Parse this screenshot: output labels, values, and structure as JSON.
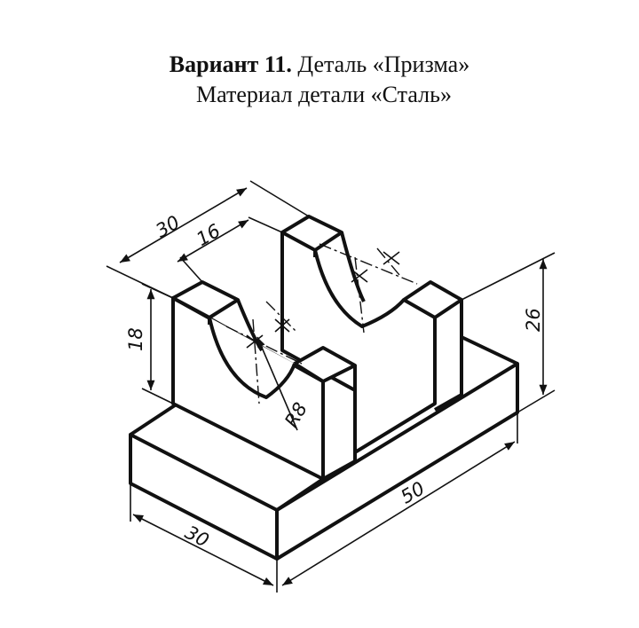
{
  "header": {
    "variant_label": "Вариант 11.",
    "part_title": "Деталь «Призма»",
    "material": "Материал детали «Сталь»"
  },
  "dimensions": {
    "top_length": "30",
    "slot_width": "16",
    "left_height": "18",
    "right_height": "26",
    "radius": "R8",
    "bottom_right": "50",
    "bottom_left": "30"
  },
  "colors": {
    "ink": "#111111",
    "paper": "#ffffff"
  }
}
